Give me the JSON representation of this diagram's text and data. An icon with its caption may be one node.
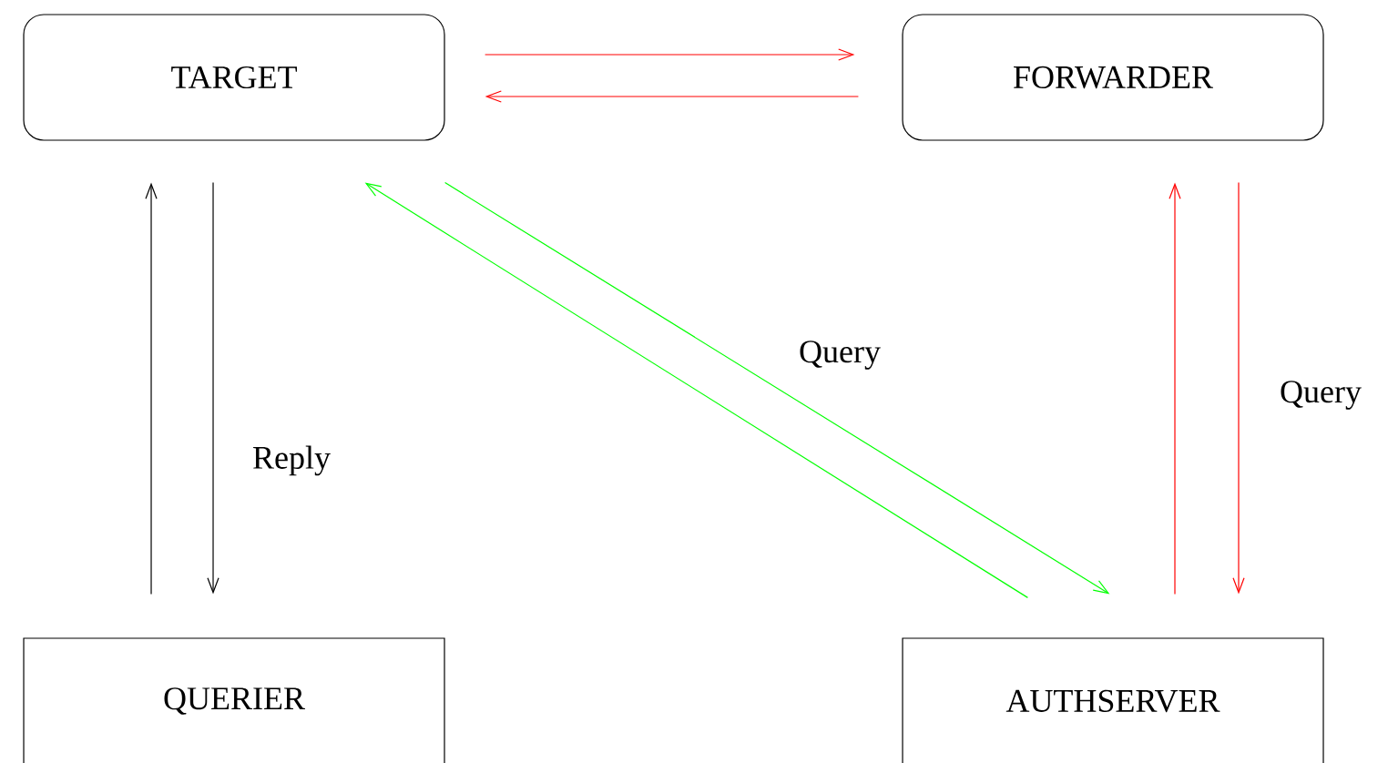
{
  "diagram": {
    "nodes": [
      {
        "text": [
          "TARGET"
        ]
      },
      {
        "text": [
          "FORWARDER"
        ]
      },
      {
        "text": [
          "QUERIER"
        ]
      },
      {
        "text": [
          "AUTHSERVER"
        ]
      }
    ],
    "edges": [
      {
        "from": 0,
        "to": 1,
        "arrow": "to",
        "color": "#ff0000"
      },
      {
        "from": 1,
        "to": 0,
        "arrow": "to",
        "color": "#ff0000"
      },
      {
        "from": 2,
        "to": 0,
        "arrow": "to",
        "color": "#000000"
      },
      {
        "from": 0,
        "to": 2,
        "arrow": "to",
        "label": "Reply",
        "color": "#000000"
      },
      {
        "from": 3,
        "to": 0,
        "arrow": "to",
        "color": "#00ff00"
      },
      {
        "from": 0,
        "to": 3,
        "arrow": "to",
        "label": "Query",
        "color": "#00ff00"
      },
      {
        "from": 3,
        "to": 1,
        "arrow": "to",
        "color": "#ff0000"
      },
      {
        "from": 1,
        "to": 3,
        "arrow": "to",
        "label": "Query",
        "color": "#ff0000"
      }
    ]
  }
}
